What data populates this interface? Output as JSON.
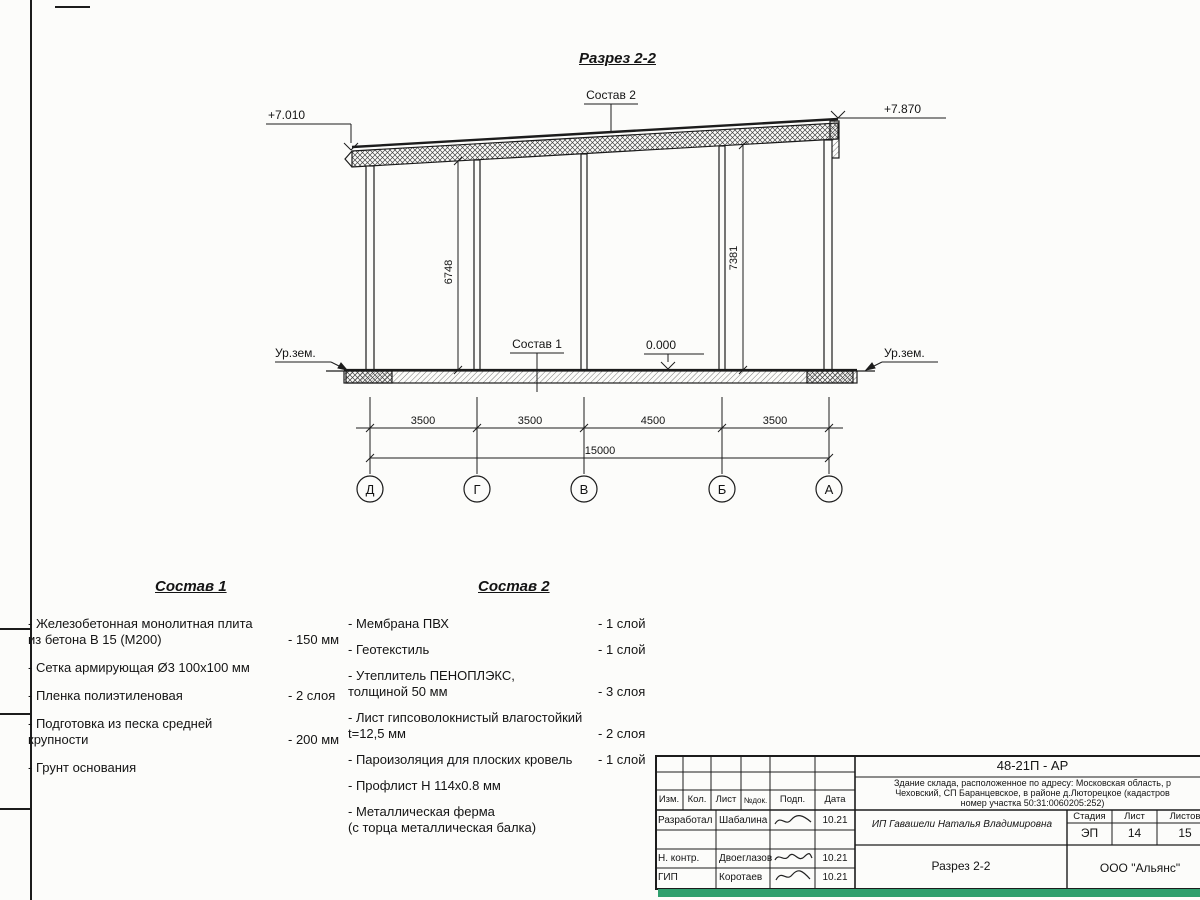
{
  "colors": {
    "line": "#1c1c1c",
    "paper": "#fcfcfa",
    "green_bar": "#2fa06e"
  },
  "drawing": {
    "title": "Разрез 2-2",
    "elevation_left": "+7.010",
    "elevation_right": "+7.870",
    "ground_label_left": "Ур.зем.",
    "ground_label_right": "Ур.зем.",
    "callout_roof": "Состав 2",
    "callout_floor": "Состав 1",
    "level_zero": "0.000",
    "height_dim_left": "6748",
    "height_dim_right": "7381",
    "span_dims": [
      "3500",
      "3500",
      "4500",
      "3500"
    ],
    "total_dim": "15000",
    "axes": [
      "Д",
      "Г",
      "В",
      "Б",
      "А"
    ]
  },
  "sostav1": {
    "title": "Состав 1",
    "items": [
      {
        "text": "- Железобетонная  монолитная плита\nиз бетона В 15 (М200)",
        "value": "- 150 мм"
      },
      {
        "text": "- Сетка армирующая Ø3 100х100 мм",
        "value": ""
      },
      {
        "text": "- Пленка полиэтиленовая",
        "value": "- 2 слоя"
      },
      {
        "text": "- Подготовка из песка средней\nкрупности",
        "value": "- 200 мм"
      },
      {
        "text": "- Грунт основания",
        "value": ""
      }
    ]
  },
  "sostav2": {
    "title": "Состав 2",
    "items": [
      {
        "text": "- Мембрана ПВХ",
        "value": "- 1 слой"
      },
      {
        "text": "- Геотекстиль",
        "value": "- 1 слой"
      },
      {
        "text": "- Утеплитель ПЕНОПЛЭКС,\nтолщиной 50 мм",
        "value": "- 3 слоя"
      },
      {
        "text": "- Лист гипсоволокнистый влагостойкий\nt=12,5 мм",
        "value": "- 2 слоя"
      },
      {
        "text": "- Пароизоляция для плоских кровель",
        "value": "- 1 слой"
      },
      {
        "text": "- Профлист Н 114х0.8 мм",
        "value": ""
      },
      {
        "text": "- Металлическая ферма\n(с торца металлическая балка)",
        "value": ""
      }
    ]
  },
  "titleblock": {
    "doc_code": "48-21П - АР",
    "description_line1": "Здание склада, расположенное по адресу: Московская область, р",
    "description_line2": "Чеховский, СП Баранцевское, в районе д.Люторецкое  (кадастров",
    "description_line3": "номер участка 50:31:0060205:252)",
    "header_cols": [
      "Изм.",
      "Кол.",
      "Лист",
      "№док.",
      "Подп.",
      "Дата"
    ],
    "rows": [
      {
        "role": "Разработал",
        "name": "Шабалина",
        "date": "10.21"
      },
      {
        "role": "",
        "name": "",
        "date": ""
      },
      {
        "role": "Н. контр.",
        "name": "Двоеглазов",
        "date": "10.21"
      },
      {
        "role": "ГИП",
        "name": "Коротаев",
        "date": "10.21"
      }
    ],
    "client": "ИП Гавашели Наталья Владимировна",
    "stage_label": "Стадия",
    "sheet_label": "Лист",
    "sheets_label": "Листов",
    "stage_value": "ЭП",
    "sheet_value": "14",
    "sheets_value": "15",
    "sheet_title": "Разрез 2-2",
    "company": "ООО \"Альянс\""
  }
}
